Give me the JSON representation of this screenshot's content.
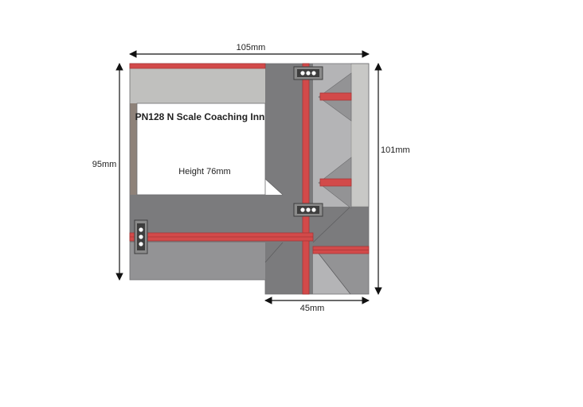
{
  "dimensions": {
    "top_width": "105mm",
    "left_height": "95mm",
    "right_height": "101mm",
    "bottom_width": "45mm"
  },
  "label": {
    "title": "PN128 N Scale Coaching Inn",
    "height": "Height 76mm"
  },
  "colors": {
    "roof_dark": "#7b7b7d",
    "roof_mid": "#939395",
    "roof_light": "#b4b4b6",
    "ridge_light": "#c8c8c6",
    "gutter_red": "#d24a4a",
    "gutter_red_dark": "#a93535",
    "chimney_dark": "#3e3e3e",
    "chimney_pot": "#ffffff",
    "wall_brown": "#8e8279",
    "arrow": "#111111"
  },
  "icons": [
    "chimney-stack-icon",
    "arrowhead-icon"
  ]
}
